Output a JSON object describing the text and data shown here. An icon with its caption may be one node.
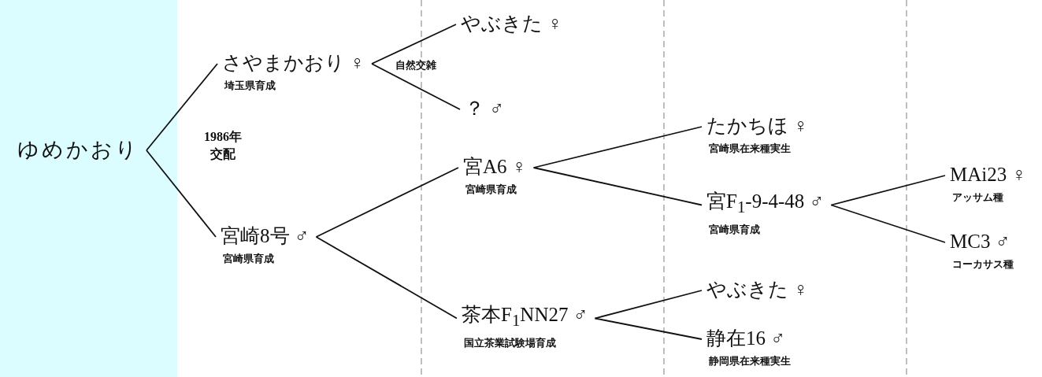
{
  "diagram": {
    "nodes": [
      {
        "text": [
          "ゆめかおり"
        ]
      },
      {
        "text": [
          "さやまかおり ♀"
        ],
        "beside": [
          "埼玉県育成"
        ]
      },
      {
        "text": [
          "宮崎8号 ♂"
        ],
        "beside": [
          "宮崎県育成"
        ]
      },
      {
        "text": [
          "やぶきた ♀"
        ]
      },
      {
        "text": [
          "？ ♂"
        ]
      },
      {
        "text": [
          "宮A6 ♀"
        ],
        "beside": [
          "宮崎県育成"
        ]
      },
      {
        "text": [
          "茶本F$_{1}$NN27 ♂"
        ],
        "beside": [
          "国立茶業試験場育成"
        ]
      },
      {
        "text": [
          "たかちほ ♀"
        ],
        "beside": [
          "宮崎県在来種実生"
        ]
      },
      {
        "text": [
          "宮F$_{1}$-9-4-48 ♂"
        ],
        "beside": [
          "宮崎県育成"
        ]
      },
      {
        "text": [
          "やぶきた ♀"
        ]
      },
      {
        "text": [
          "静在16 ♂"
        ],
        "beside": [
          "静岡県在来種実生"
        ]
      },
      {
        "text": [
          "MAi23 ♀"
        ],
        "beside": [
          "アッサム種"
        ]
      },
      {
        "text": [
          "MC3 ♂"
        ],
        "beside": [
          "コーカサス種"
        ]
      }
    ],
    "edges": [
      {
        "from": 0,
        "to": 1,
        "arrow": "none"
      },
      {
        "from": 0,
        "to": 2,
        "arrow": "none"
      },
      {
        "from": 1,
        "to": 3,
        "arrow": "none"
      },
      {
        "from": 1,
        "to": 4,
        "arrow": "none"
      },
      {
        "from": 2,
        "to": 5,
        "arrow": "none"
      },
      {
        "from": 2,
        "to": 6,
        "arrow": "none"
      },
      {
        "from": 5,
        "to": 7,
        "arrow": "none"
      },
      {
        "from": 5,
        "to": 8,
        "arrow": "none"
      },
      {
        "from": 6,
        "to": 9,
        "arrow": "none"
      },
      {
        "from": 6,
        "to": 10,
        "arrow": "none"
      },
      {
        "from": 8,
        "to": 11,
        "arrow": "none"
      },
      {
        "from": 8,
        "to": 12,
        "arrow": "none"
      }
    ],
    "labels": [
      "1986年交配",
      "自然交雑"
    ]
  }
}
